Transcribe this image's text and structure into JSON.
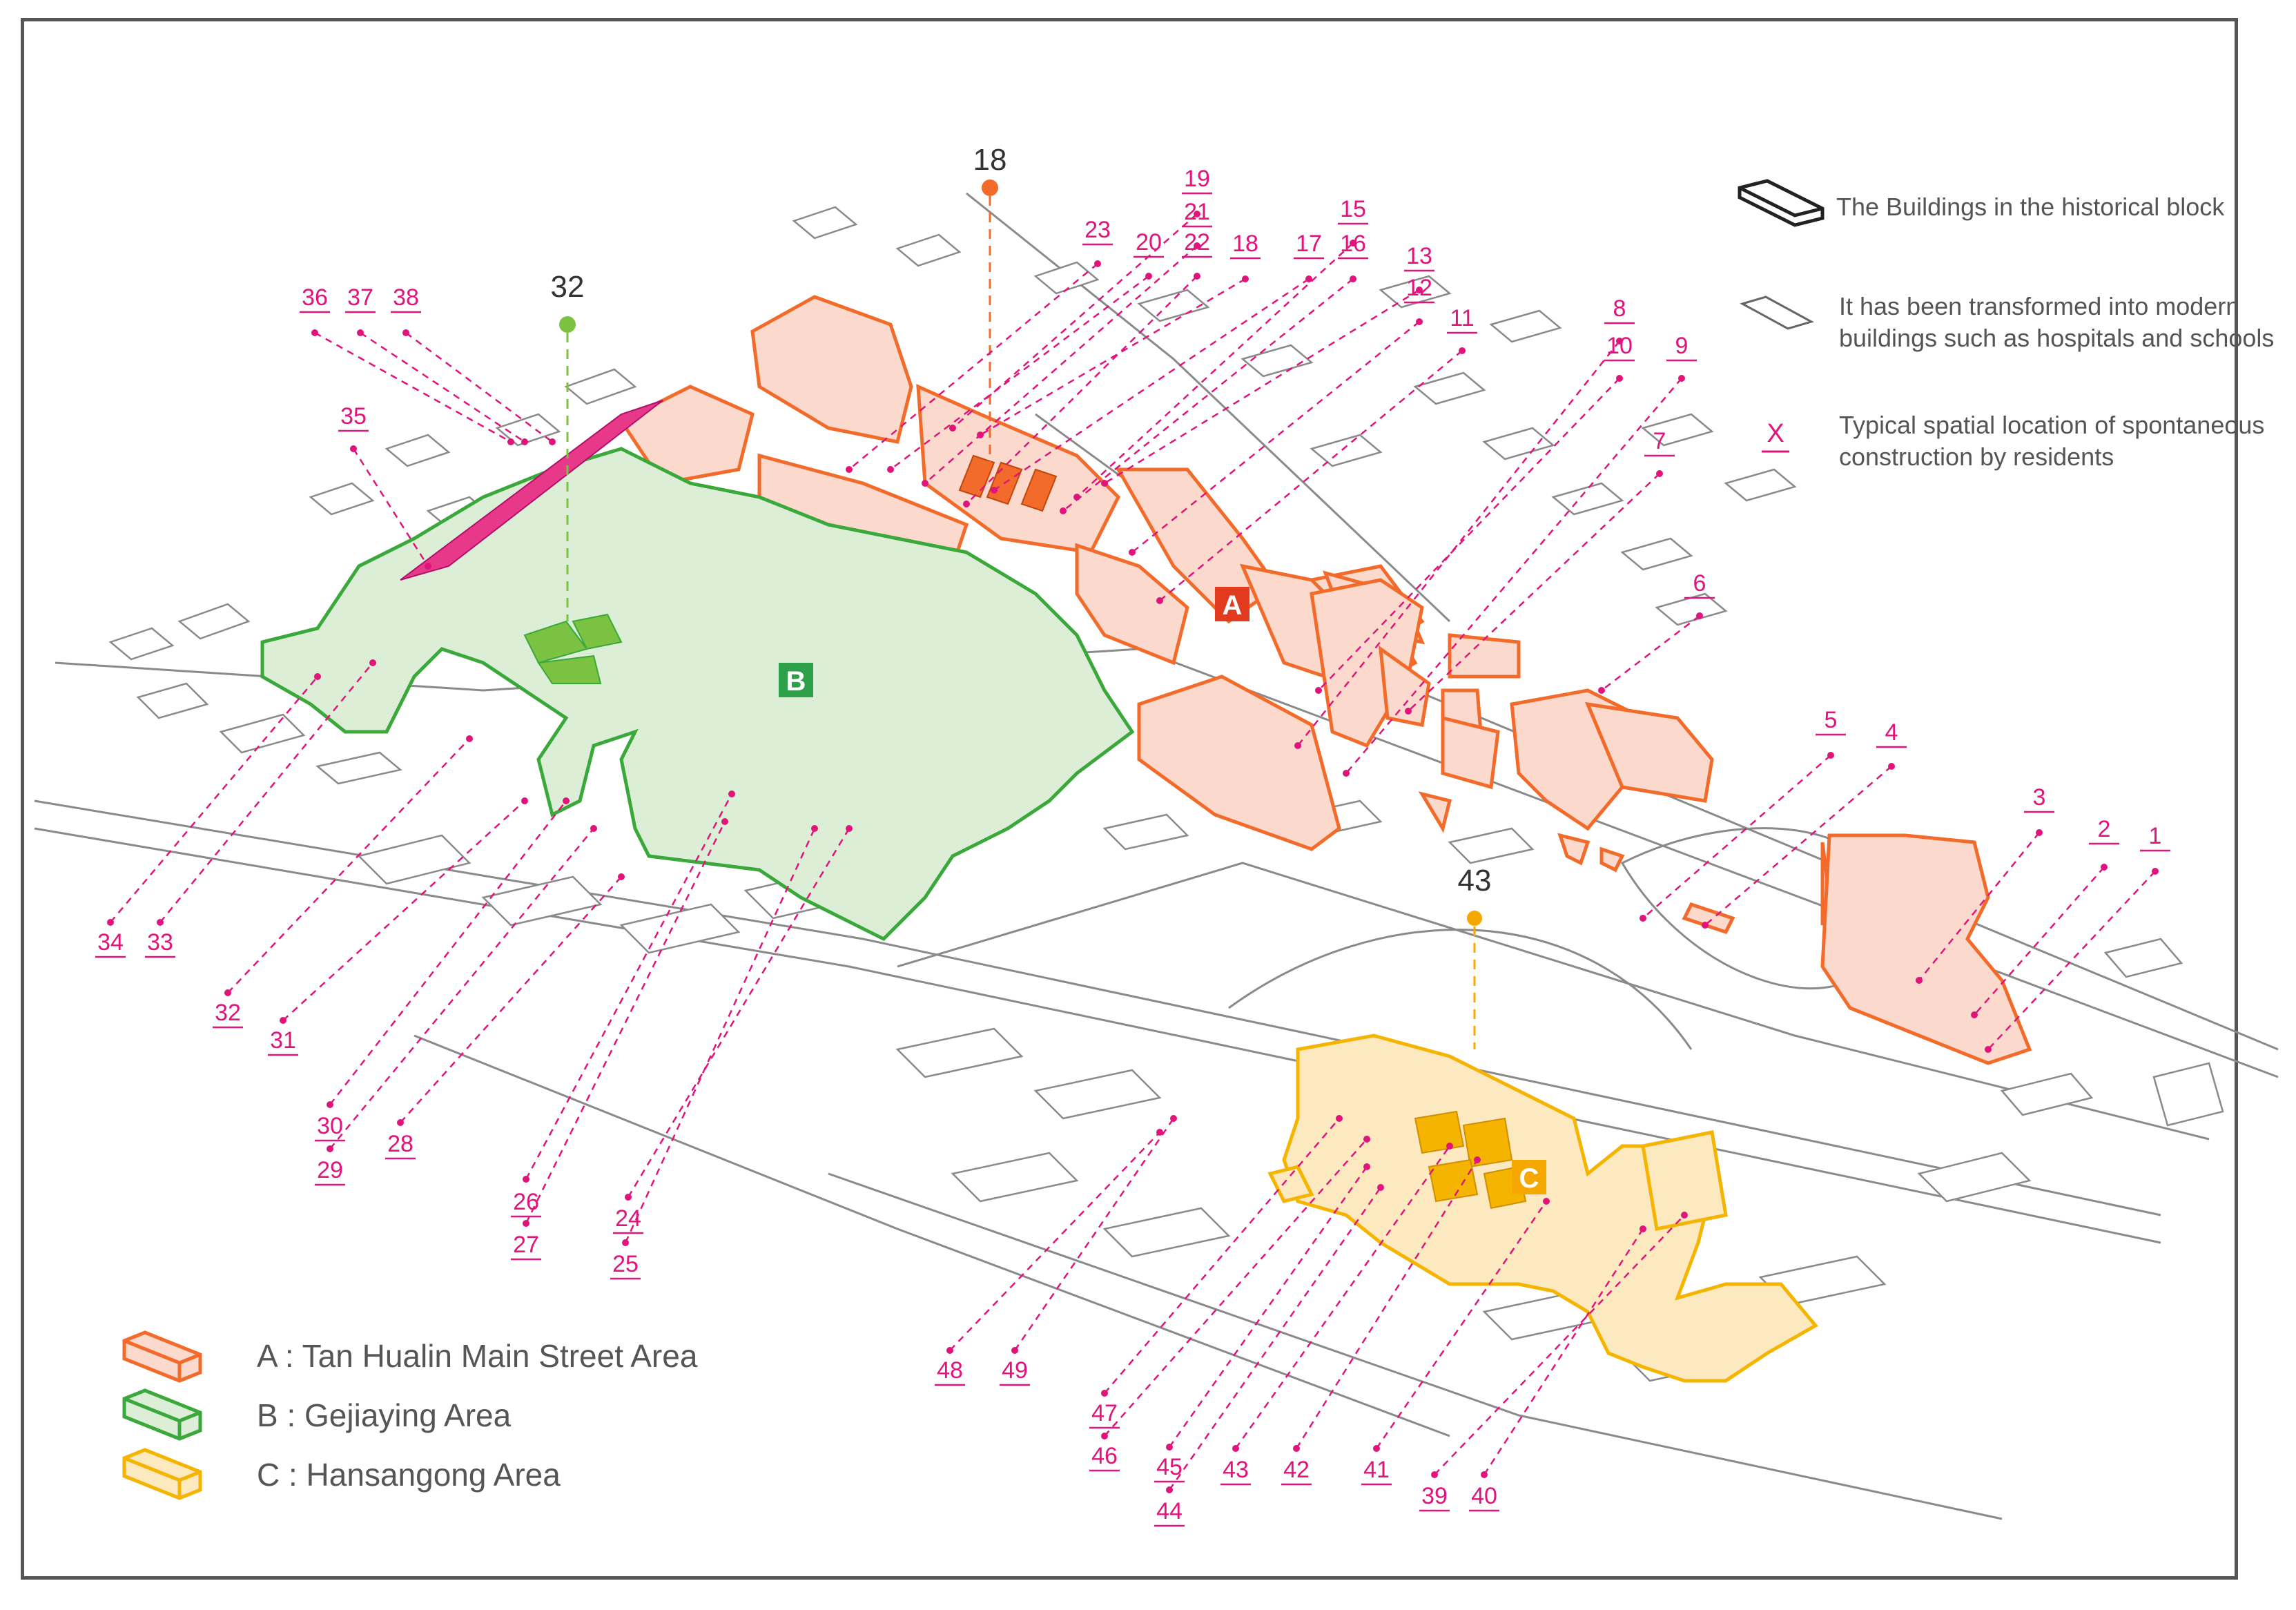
{
  "legend": {
    "historical_buildings": "The Buildings in the historical block",
    "modern_line1": "It has been transformed into modern",
    "modern_line2": "buildings such as hospitals and schools",
    "x_symbol": "X",
    "spontaneous_line1": "Typical spatial location of spontaneous",
    "spontaneous_line2": "construction by residents"
  },
  "areas": [
    {
      "badge": "A",
      "label": "A : Tan Hualin Main Street Area",
      "color": "#f26b2b",
      "fill": "#fbd9cc"
    },
    {
      "badge": "B",
      "label": "B : Gejiaying Area",
      "color": "#3aa83a",
      "fill": "#dcefd6"
    },
    {
      "badge": "C",
      "label": "C : Hansangong Area",
      "color": "#f5b400",
      "fill": "#fde9bf"
    }
  ],
  "marker_labels": {
    "m18": "18",
    "m32": "32",
    "m43": "43"
  },
  "point_labels": [
    "1",
    "2",
    "3",
    "4",
    "5",
    "6",
    "7",
    "8",
    "9",
    "10",
    "11",
    "12",
    "13",
    "15",
    "16",
    "17",
    "18",
    "19",
    "20",
    "21",
    "22",
    "23",
    "24",
    "25",
    "26",
    "27",
    "28",
    "29",
    "30",
    "31",
    "32",
    "33",
    "34",
    "35",
    "36",
    "37",
    "38",
    "39",
    "40",
    "41",
    "42",
    "43",
    "44",
    "45",
    "46",
    "47",
    "48",
    "49"
  ],
  "colors": {
    "label_pink": "#e0147a",
    "marker_orange": "#f26b2b",
    "marker_green": "#7cc242",
    "marker_yellow": "#f5a800",
    "road_gray": "#888888"
  }
}
